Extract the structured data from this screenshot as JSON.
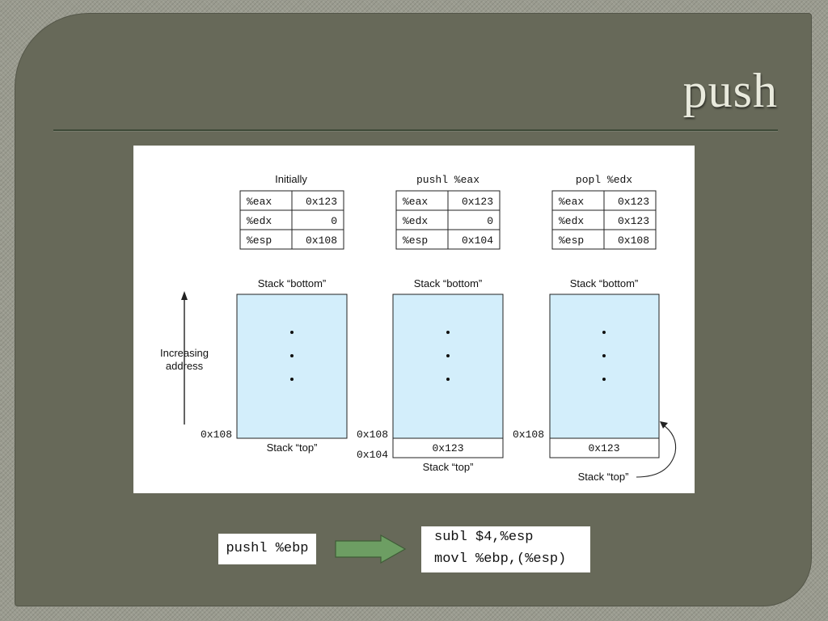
{
  "slide": {
    "title": "push"
  },
  "figure": {
    "panels": [
      {
        "heading": "Initially",
        "registers": [
          {
            "name": "%eax",
            "value": "0x123"
          },
          {
            "name": "%edx",
            "value": "0"
          },
          {
            "name": "%esp",
            "value": "0x108"
          }
        ],
        "stack_bottom_label": "Stack “bottom”",
        "stack_top_label": "Stack “top”",
        "addresses": [
          "0x108"
        ],
        "pushed_cell": ""
      },
      {
        "heading": "pushl %eax",
        "registers": [
          {
            "name": "%eax",
            "value": "0x123"
          },
          {
            "name": "%edx",
            "value": "0"
          },
          {
            "name": "%esp",
            "value": "0x104"
          }
        ],
        "stack_bottom_label": "Stack “bottom”",
        "stack_top_label": "Stack “top”",
        "addresses": [
          "0x108",
          "0x104"
        ],
        "pushed_cell": "0x123"
      },
      {
        "heading": "popl %edx",
        "registers": [
          {
            "name": "%eax",
            "value": "0x123"
          },
          {
            "name": "%edx",
            "value": "0x123"
          },
          {
            "name": "%esp",
            "value": "0x108"
          }
        ],
        "stack_bottom_label": "Stack “bottom”",
        "stack_top_label": "Stack “top”",
        "addresses": [
          "0x108"
        ],
        "pushed_cell": "0x123"
      }
    ],
    "axis_label_line1": "Increasing",
    "axis_label_line2": "address",
    "colors": {
      "stack_fill": "#d3eefb",
      "line": "#222222"
    }
  },
  "code": {
    "instruction": "pushl %ebp",
    "equivalent_line1": "subl $4,%esp",
    "equivalent_line2": "movl %ebp,(%esp)",
    "arrow_color": "#6d9e63"
  }
}
